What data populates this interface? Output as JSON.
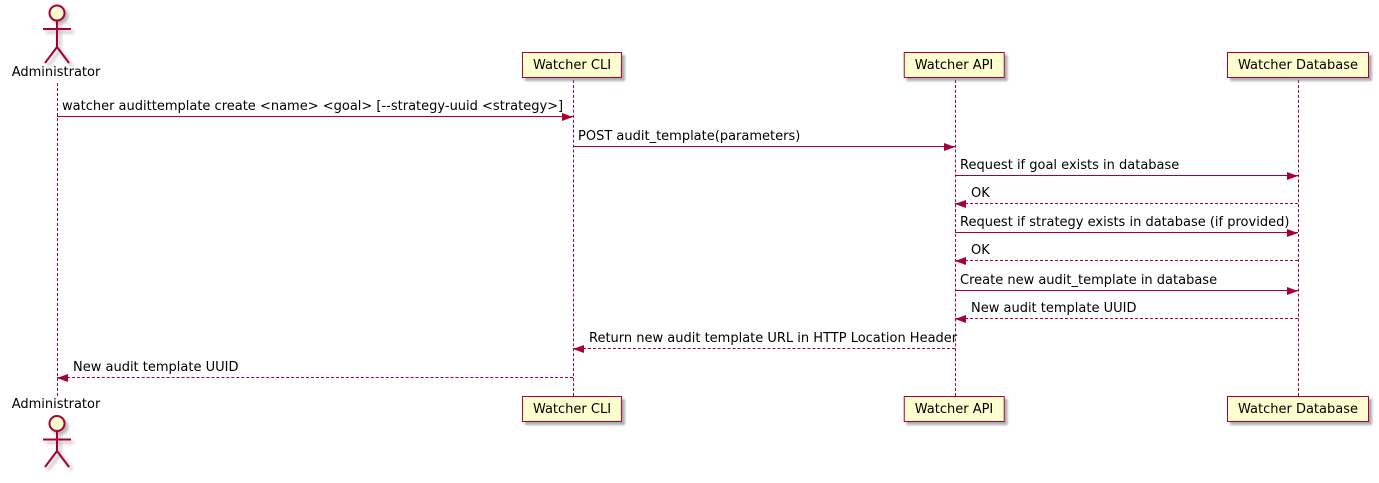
{
  "diagram_type": "uml-sequence-diagram",
  "colors": {
    "stroke": "#A80036",
    "fill": "#FEFECE",
    "text": "#000000",
    "background": "#FFFFFF"
  },
  "actor": {
    "name": "Administrator"
  },
  "participants": [
    {
      "label": "Watcher CLI"
    },
    {
      "label": "Watcher API"
    },
    {
      "label": "Watcher Database"
    }
  ],
  "messages": [
    {
      "from": "Administrator",
      "to": "Watcher CLI",
      "style": "solid",
      "label": "watcher audittemplate create <name> <goal> [--strategy-uuid <strategy>]"
    },
    {
      "from": "Watcher CLI",
      "to": "Watcher API",
      "style": "solid",
      "label": "POST audit_template(parameters)"
    },
    {
      "from": "Watcher API",
      "to": "Watcher Database",
      "style": "solid",
      "label": "Request if goal exists in database"
    },
    {
      "from": "Watcher Database",
      "to": "Watcher API",
      "style": "dashed",
      "label": "OK"
    },
    {
      "from": "Watcher API",
      "to": "Watcher Database",
      "style": "solid",
      "label": "Request if strategy exists in database (if provided)"
    },
    {
      "from": "Watcher Database",
      "to": "Watcher API",
      "style": "dashed",
      "label": "OK"
    },
    {
      "from": "Watcher API",
      "to": "Watcher Database",
      "style": "solid",
      "label": "Create new audit_template in database"
    },
    {
      "from": "Watcher Database",
      "to": "Watcher API",
      "style": "dashed",
      "label": "New audit template UUID"
    },
    {
      "from": "Watcher API",
      "to": "Watcher CLI",
      "style": "dashed",
      "label": "Return new audit template URL in HTTP Location Header"
    },
    {
      "from": "Watcher CLI",
      "to": "Administrator",
      "style": "dashed",
      "label": "New audit template UUID"
    }
  ]
}
